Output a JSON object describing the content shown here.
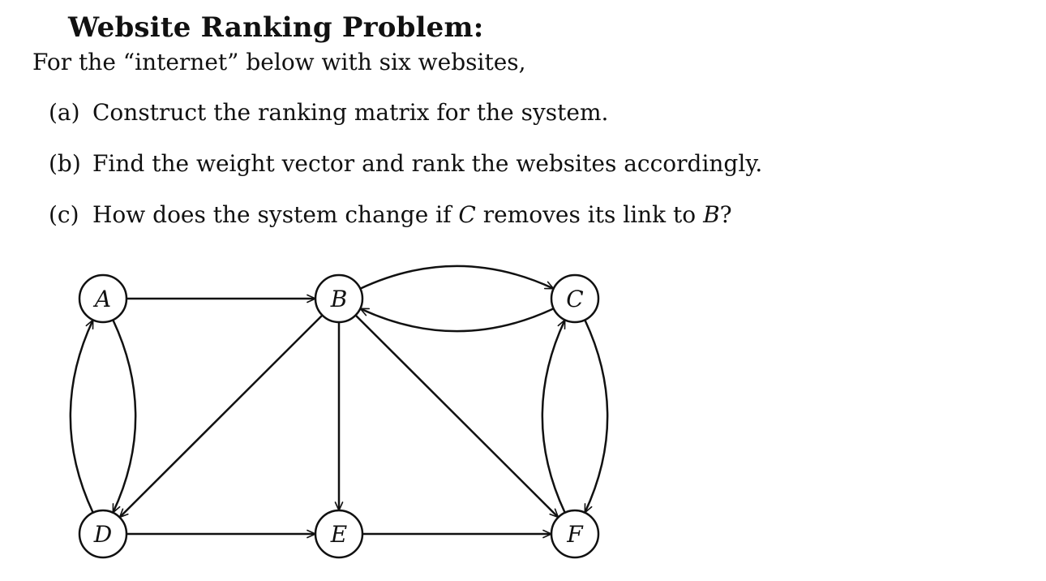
{
  "title": "Website Ranking Problem:",
  "intro": "For the “internet” below with six websites,",
  "items": [
    {
      "label": "(a)",
      "text": "Construct the ranking matrix for the system."
    },
    {
      "label": "(b)",
      "text": "Find the weight vector and rank the websites accordingly."
    },
    {
      "label": "(c)",
      "text_before": "How does the system change if ",
      "var1": "C",
      "text_middle": " removes its link to ",
      "var2": "B",
      "text_after": "?"
    }
  ],
  "graph": {
    "nodes": [
      {
        "id": "A",
        "label": "A"
      },
      {
        "id": "B",
        "label": "B"
      },
      {
        "id": "C",
        "label": "C"
      },
      {
        "id": "D",
        "label": "D"
      },
      {
        "id": "E",
        "label": "E"
      },
      {
        "id": "F",
        "label": "F"
      }
    ],
    "edges": [
      {
        "from": "A",
        "to": "B"
      },
      {
        "from": "A",
        "to": "D"
      },
      {
        "from": "D",
        "to": "A"
      },
      {
        "from": "B",
        "to": "C"
      },
      {
        "from": "C",
        "to": "B"
      },
      {
        "from": "B",
        "to": "D"
      },
      {
        "from": "B",
        "to": "E"
      },
      {
        "from": "B",
        "to": "F"
      },
      {
        "from": "C",
        "to": "F"
      },
      {
        "from": "F",
        "to": "C"
      },
      {
        "from": "D",
        "to": "E"
      },
      {
        "from": "E",
        "to": "F"
      }
    ]
  }
}
